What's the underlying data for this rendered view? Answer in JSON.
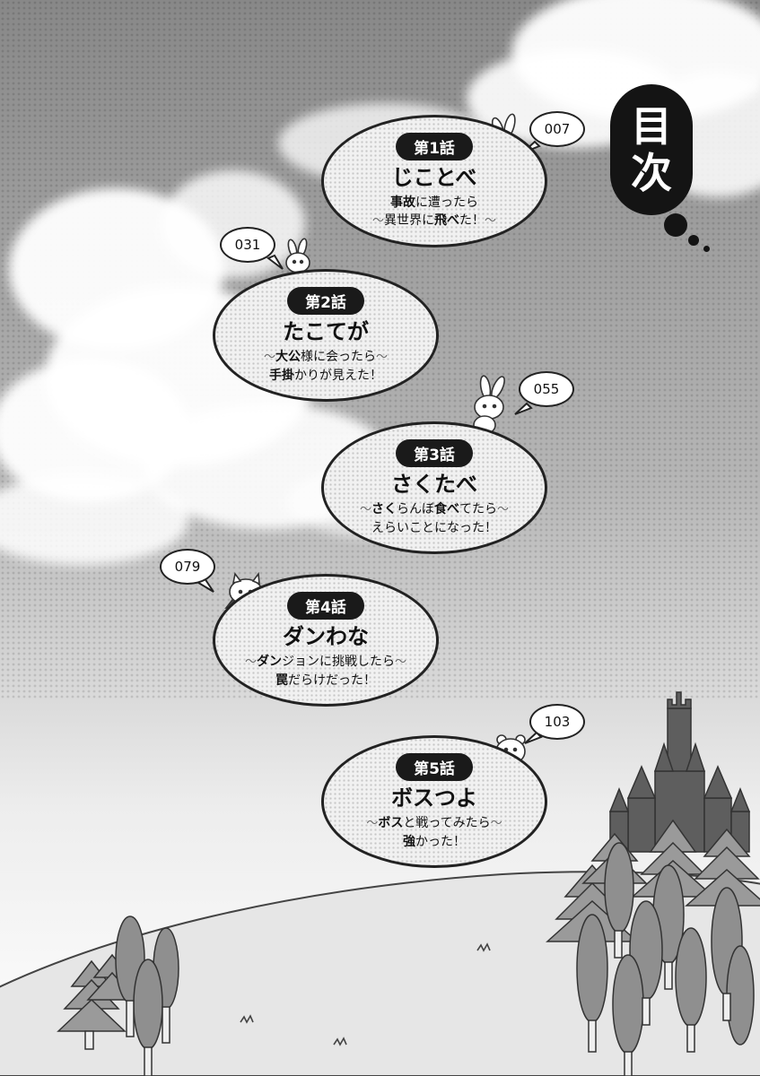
{
  "toc": {
    "title_chars": [
      "目",
      "次"
    ],
    "chapters": [
      {
        "number_label": "第1話",
        "title": "じことべ",
        "line1": {
          "pre": "",
          "bold": "事故",
          "post": "に遭ったら"
        },
        "line2": {
          "pre": "異世界に",
          "bold": "飛べ",
          "post": "た！"
        },
        "page": "007"
      },
      {
        "number_label": "第2話",
        "title": "たこてが",
        "line1": {
          "pre": "",
          "bold": "大公",
          "post": "様に会ったら"
        },
        "line2": {
          "pre": "",
          "bold": "手掛",
          "post": "かりが見えた！"
        },
        "page": "031"
      },
      {
        "number_label": "第3話",
        "title": "さくたべ",
        "line1": {
          "pre": "",
          "bold": "さく",
          "post": "らんぼ"
        },
        "line1b": {
          "bold": "食べ",
          "post": "てたら"
        },
        "line2": {
          "pre": "えらいことになった！",
          "bold": "",
          "post": ""
        },
        "page": "055"
      },
      {
        "number_label": "第4話",
        "title": "ダンわな",
        "line1": {
          "pre": "",
          "bold": "ダン",
          "post": "ジョンに挑戦したら"
        },
        "line2": {
          "pre": "",
          "bold": "罠",
          "post": "だらけだった！"
        },
        "page": "079"
      },
      {
        "number_label": "第5話",
        "title": "ボスつよ",
        "line1": {
          "pre": "",
          "bold": "ボス",
          "post": "と戦ってみたら"
        },
        "line2": {
          "pre": "",
          "bold": "強",
          "post": "かった！"
        },
        "page": "103"
      }
    ],
    "tilde": "〜"
  },
  "colors": {
    "ink": "#141414",
    "sky_dark": "#8a8a8a",
    "sky_light": "#f2f2f2",
    "cloud": "#ffffff",
    "hill": "#e4e4e4",
    "tree": "#8c8c8c",
    "castle": "#5e5e5e"
  },
  "icons": {
    "characters": [
      "rabbit-icon",
      "rabbit-icon",
      "rabbit-icon",
      "winged-cat-icon",
      "bear-icon"
    ]
  }
}
